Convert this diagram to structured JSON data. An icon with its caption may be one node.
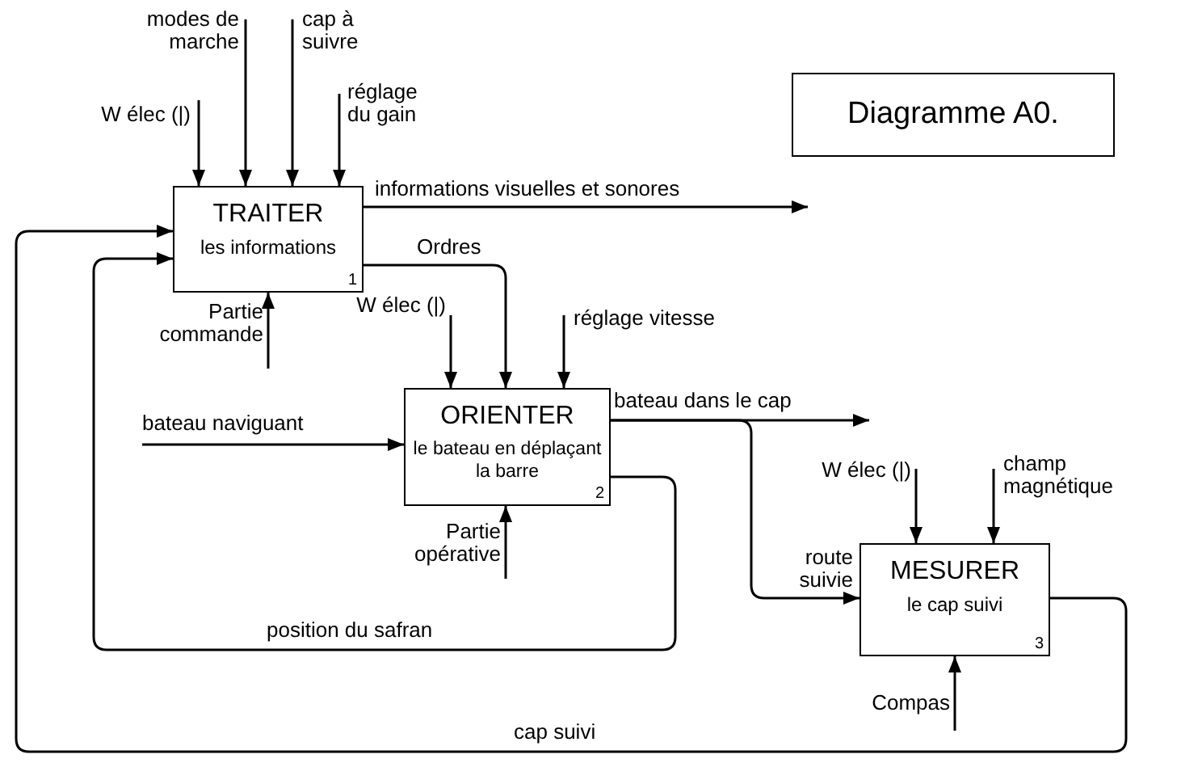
{
  "diagram": {
    "title": "Diagramme A0.",
    "nodes": [
      {
        "text": [
          "TRAITER",
          "les informations",
          "1"
        ]
      },
      {
        "text": [
          "ORIENTER",
          "le bateau en déplaçant la barre",
          "2"
        ]
      },
      {
        "text": [
          "MESURER",
          "le cap suivi",
          "3"
        ]
      }
    ],
    "edges": [
      {
        "from": null,
        "to": 0,
        "arrow": "to",
        "label": "W élec (|)"
      },
      {
        "from": null,
        "to": 0,
        "arrow": "to",
        "label": "modes de marche"
      },
      {
        "from": null,
        "to": 0,
        "arrow": "to",
        "label": "cap à suivre"
      },
      {
        "from": null,
        "to": 0,
        "arrow": "to",
        "label": "réglage du gain"
      },
      {
        "from": 0,
        "to": null,
        "arrow": "to",
        "label": "informations visuelles et sonores"
      },
      {
        "from": 0,
        "to": 1,
        "arrow": "to",
        "label": "Ordres"
      },
      {
        "from": null,
        "to": 0,
        "arrow": "to",
        "label": "Partie commande"
      },
      {
        "from": null,
        "to": 1,
        "arrow": "to",
        "label": "W élec (|)"
      },
      {
        "from": null,
        "to": 1,
        "arrow": "to",
        "label": "réglage vitesse"
      },
      {
        "from": null,
        "to": 1,
        "arrow": "to",
        "label": "bateau naviguant"
      },
      {
        "from": 1,
        "to": null,
        "arrow": "to",
        "label": "bateau dans le cap"
      },
      {
        "from": 1,
        "to": 2,
        "arrow": "to",
        "label": "route suivie"
      },
      {
        "from": null,
        "to": 1,
        "arrow": "to",
        "label": "Partie opérative"
      },
      {
        "from": null,
        "to": 2,
        "arrow": "to",
        "label": "W élec (|)"
      },
      {
        "from": null,
        "to": 2,
        "arrow": "to",
        "label": "champ magnétique"
      },
      {
        "from": null,
        "to": 2,
        "arrow": "to",
        "label": "Compas"
      },
      {
        "from": 2,
        "to": 0,
        "arrow": "to",
        "label": "cap suivi"
      },
      {
        "from": 1,
        "to": 0,
        "arrow": "to",
        "label": "position du safran"
      }
    ]
  }
}
